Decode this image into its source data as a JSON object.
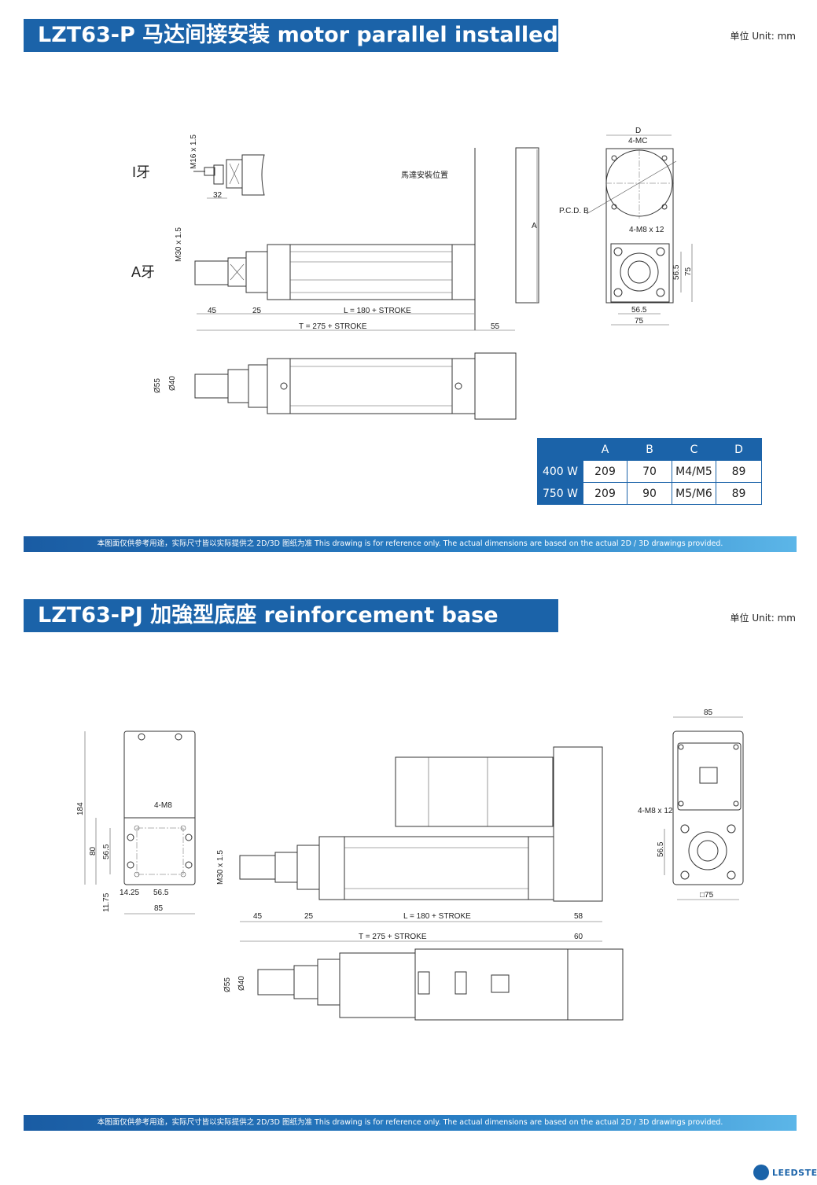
{
  "section1": {
    "title": "LZT63-P  马达间接安装 motor parallel installed",
    "unit": "单位 Unit:  mm",
    "labels": {
      "i_thread": "I牙",
      "a_thread": "A牙",
      "m16": "M16 x 1.5",
      "dim32": "32",
      "motor_pos": "馬達安裝位置",
      "m30": "M30 x 1.5",
      "dim45": "45",
      "dim25": "25",
      "L": "L = 180 + STROKE",
      "T": "T = 275 + STROKE",
      "dim55": "55",
      "A": "A",
      "D": "D",
      "mc": "4-MC",
      "pcd": "P.C.D. B",
      "m8x12": "4-M8 x 12",
      "d565v": "56.5",
      "d75v": "75",
      "d565h": "56.5",
      "d75h": "75",
      "d55": "Ø55",
      "d40": "Ø40"
    },
    "table": {
      "headers": [
        "",
        "A",
        "B",
        "C",
        "D"
      ],
      "rows": [
        [
          "400 W",
          "209",
          "70",
          "M4/M5",
          "89"
        ],
        [
          "750 W",
          "209",
          "90",
          "M5/M6",
          "89"
        ]
      ]
    },
    "note": "本图面仅供参考用途，实际尺寸皆以实际提供之 2D/3D 图纸为准 This drawing is for reference only. The actual dimensions are based on the actual 2D / 3D drawings provided."
  },
  "section2": {
    "title": "LZT63-PJ  加強型底座 reinforcement base",
    "unit": "单位 Unit:  mm",
    "labels": {
      "d184": "184",
      "m8": "4-M8",
      "d80": "80",
      "d565v": "56.5",
      "d1175": "11.75",
      "d1425": "14.25",
      "d565h": "56.5",
      "d85": "85",
      "m30": "M30 x 1.5",
      "dim45": "45",
      "dim25": "25",
      "L": "L = 180 + STROKE",
      "dim58": "58",
      "T": "T = 275 + STROKE",
      "dim60": "60",
      "d55": "Ø55",
      "d40": "Ø40",
      "end85": "85",
      "m8x12": "4-M8 x 12",
      "end565": "56.5",
      "sq75": "□75"
    },
    "note": "本图面仅供参考用途，实际尺寸皆以实际提供之 2D/3D 图纸为准 This drawing is for reference only. The actual dimensions are based on the actual 2D / 3D drawings provided."
  },
  "brand": {
    "logo_text": "LEEDSTE"
  }
}
